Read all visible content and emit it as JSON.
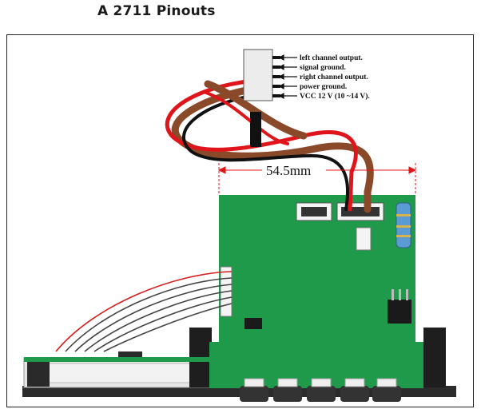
{
  "title": "A 2711 Pinouts",
  "dimension": {
    "text": "54.5mm"
  },
  "pins": [
    {
      "label": "left channel output."
    },
    {
      "label": "signal ground."
    },
    {
      "label": "right channel output."
    },
    {
      "label": "power ground."
    },
    {
      "label": "VCC 12 V (10 ~14 V)."
    }
  ],
  "colors": {
    "pcb": "#1f9a4a",
    "wire_brown": "#8a4a2a",
    "wire_red": "#e0141b",
    "wire_black": "#111111",
    "chassis": "#2a2a2a"
  }
}
